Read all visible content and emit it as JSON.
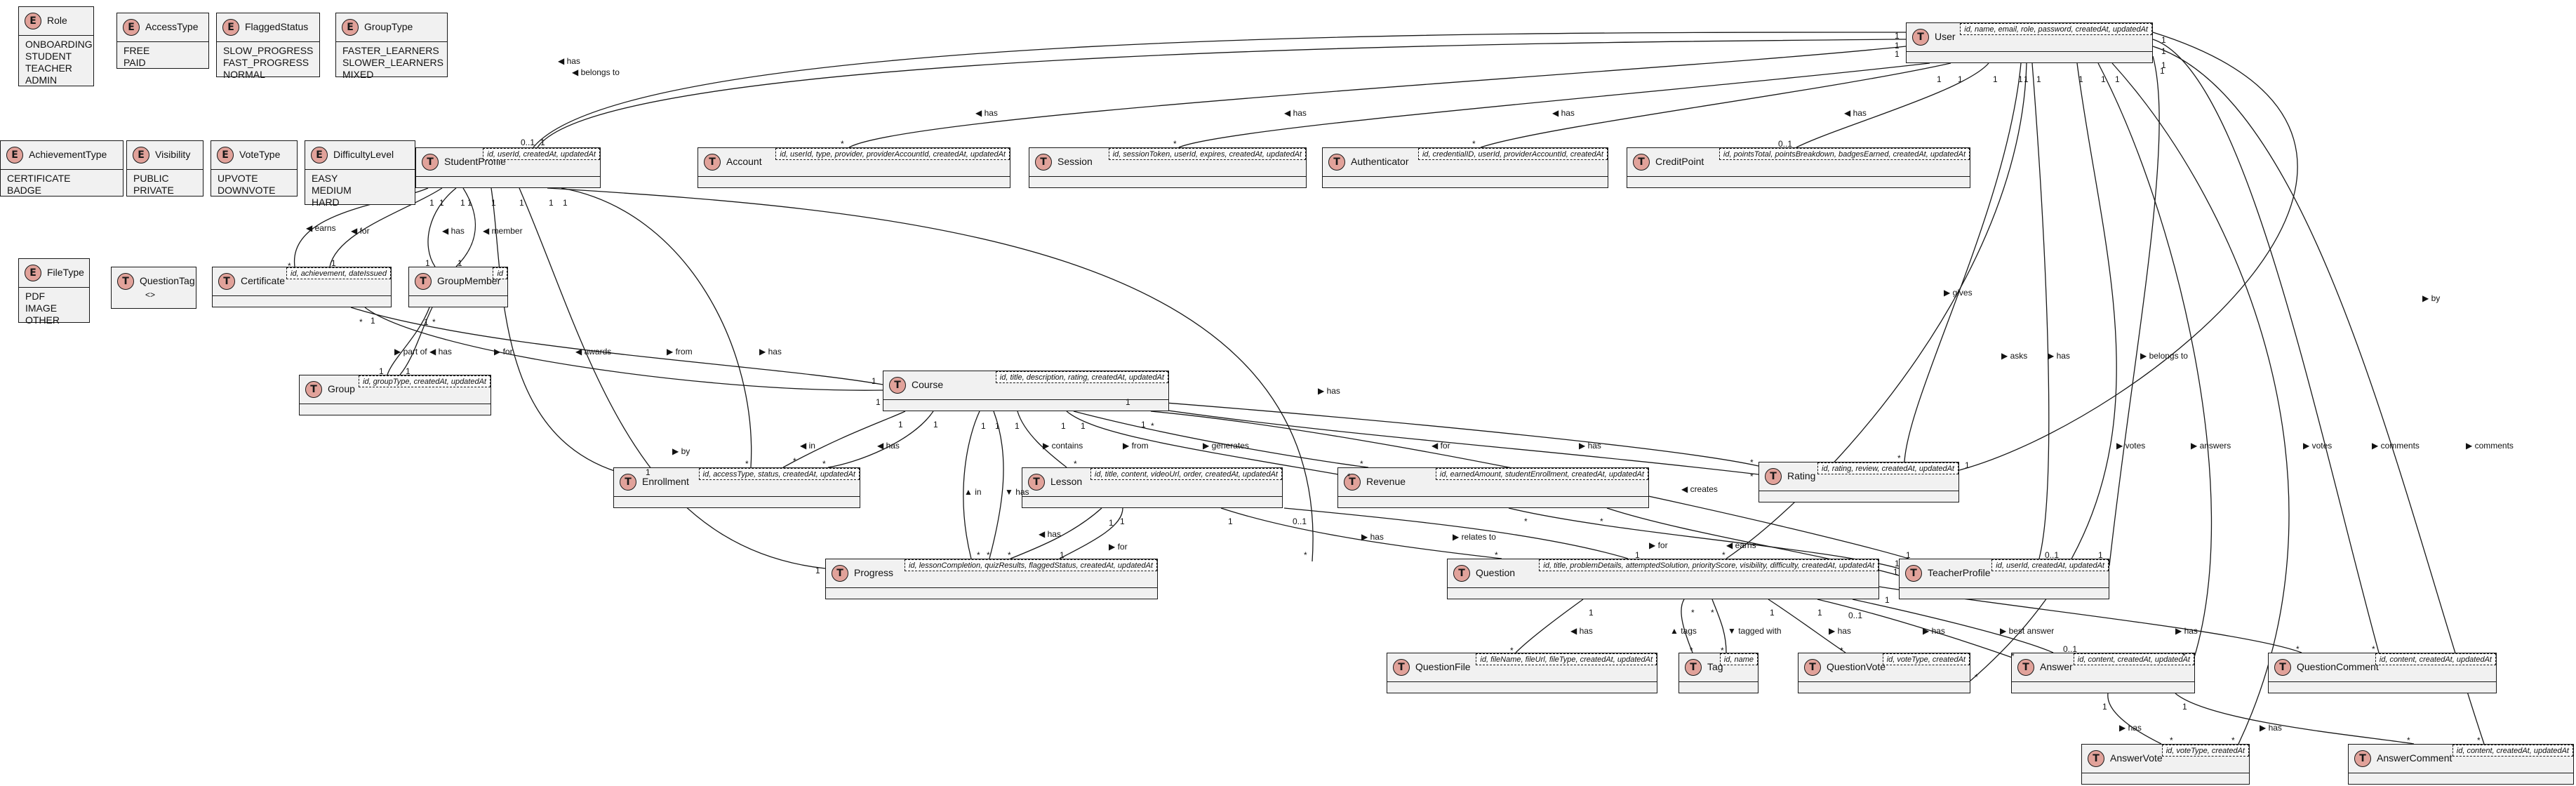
{
  "enums": [
    {
      "id": "role",
      "name": "Role",
      "values": [
        "ONBOARDING",
        "STUDENT",
        "TEACHER",
        "ADMIN"
      ]
    },
    {
      "id": "access-type",
      "name": "AccessType",
      "values": [
        "FREE",
        "PAID"
      ]
    },
    {
      "id": "flagged-status",
      "name": "FlaggedStatus",
      "values": [
        "SLOW_PROGRESS",
        "FAST_PROGRESS",
        "NORMAL"
      ]
    },
    {
      "id": "group-type",
      "name": "GroupType",
      "values": [
        "FASTER_LEARNERS",
        "SLOWER_LEARNERS",
        "MIXED"
      ]
    },
    {
      "id": "achievement-type",
      "name": "AchievementType",
      "values": [
        "CERTIFICATE",
        "BADGE"
      ]
    },
    {
      "id": "visibility",
      "name": "Visibility",
      "values": [
        "PUBLIC",
        "PRIVATE"
      ]
    },
    {
      "id": "vote-type",
      "name": "VoteType",
      "values": [
        "UPVOTE",
        "DOWNVOTE"
      ]
    },
    {
      "id": "difficulty-level",
      "name": "DifficultyLevel",
      "values": [
        "EASY",
        "MEDIUM",
        "HARD"
      ]
    },
    {
      "id": "file-type",
      "name": "FileType",
      "values": [
        "PDF",
        "IMAGE",
        "OTHER"
      ]
    }
  ],
  "question_tag": {
    "name": "QuestionTag",
    "sub": "<>"
  },
  "tables": [
    {
      "id": "user",
      "name": "User",
      "attrs": "id, name, email, role, password, createdAt, updatedAt"
    },
    {
      "id": "student-profile",
      "name": "StudentProfile",
      "attrs": "id, userId, createdAt, updatedAt"
    },
    {
      "id": "account",
      "name": "Account",
      "attrs": "id, userId, type, provider, providerAccountId, createdAt, updatedAt"
    },
    {
      "id": "session",
      "name": "Session",
      "attrs": "id, sessionToken, userId, expires, createdAt, updatedAt"
    },
    {
      "id": "authenticator",
      "name": "Authenticator",
      "attrs": "id, credentialID, userId, providerAccountId, createdAt"
    },
    {
      "id": "credit-point",
      "name": "CreditPoint",
      "attrs": "id, pointsTotal, pointsBreakdown, badgesEarned, createdAt, updatedAt"
    },
    {
      "id": "certificate",
      "name": "Certificate",
      "attrs": "id, achievement, dateIssued"
    },
    {
      "id": "group-member",
      "name": "GroupMember",
      "attrs": "id"
    },
    {
      "id": "group",
      "name": "Group",
      "attrs": "id, groupType, createdAt, updatedAt"
    },
    {
      "id": "course",
      "name": "Course",
      "attrs": "id, title, description, rating, createdAt, updatedAt"
    },
    {
      "id": "enrollment",
      "name": "Enrollment",
      "attrs": "id, accessType, status, createdAt, updatedAt"
    },
    {
      "id": "lesson",
      "name": "Lesson",
      "attrs": "id, title, content, videoUrl, order, createdAt, updatedAt"
    },
    {
      "id": "revenue",
      "name": "Revenue",
      "attrs": "id, earnedAmount, studentEnrollment, createdAt, updatedAt"
    },
    {
      "id": "rating",
      "name": "Rating",
      "attrs": "id, rating, review, createdAt, updatedAt"
    },
    {
      "id": "progress",
      "name": "Progress",
      "attrs": "id, lessonCompletion, quizResults, flaggedStatus, createdAt, updatedAt"
    },
    {
      "id": "question",
      "name": "Question",
      "attrs": "id, title, problemDetails, attemptedSolution, priorityScore, visibility, difficulty, createdAt, updatedAt"
    },
    {
      "id": "teacher-profile",
      "name": "TeacherProfile",
      "attrs": "id, userId, createdAt, updatedAt"
    },
    {
      "id": "question-file",
      "name": "QuestionFile",
      "attrs": "id, fileName, fileUrl, fileType, createdAt, updatedAt"
    },
    {
      "id": "tag",
      "name": "Tag",
      "attrs": "id, name"
    },
    {
      "id": "question-vote",
      "name": "QuestionVote",
      "attrs": "id, voteType, createdAt"
    },
    {
      "id": "answer",
      "name": "Answer",
      "attrs": "id, content, createdAt, updatedAt"
    },
    {
      "id": "question-comment",
      "name": "QuestionComment",
      "attrs": "id, content, createdAt, updatedAt"
    },
    {
      "id": "answer-vote",
      "name": "AnswerVote",
      "attrs": "id, voteType, createdAt"
    },
    {
      "id": "answer-comment",
      "name": "AnswerComment",
      "attrs": "id, content, createdAt, updatedAt"
    }
  ],
  "relations": [
    {
      "id": "user-studentprofile-has",
      "from": "user",
      "to": "student-profile",
      "label": "◀ has",
      "m1": "1",
      "m2": "0..1"
    },
    {
      "id": "studentprofile-user-belongs",
      "from": "student-profile",
      "to": "user",
      "label": "◀ belongs to",
      "m1": "1",
      "m2": "1"
    },
    {
      "id": "user-account",
      "from": "user",
      "to": "account",
      "label": "◀ has",
      "m1": "1",
      "m2": "*"
    },
    {
      "id": "user-session",
      "from": "user",
      "to": "session",
      "label": "◀ has",
      "m1": "1",
      "m2": "*"
    },
    {
      "id": "user-authenticator",
      "from": "user",
      "to": "authenticator",
      "label": "◀ has",
      "m1": "1",
      "m2": "*"
    },
    {
      "id": "user-creditpoint",
      "from": "user",
      "to": "credit-point",
      "label": "◀ has",
      "m1": "1",
      "m2": "0..1"
    },
    {
      "id": "user-rating",
      "from": "user",
      "to": "rating",
      "label": "▶ gives",
      "m1": "1",
      "m2": "*"
    },
    {
      "id": "user-question",
      "from": "user",
      "to": "question",
      "label": "▶ asks",
      "m1": "1",
      "m2": "*"
    },
    {
      "id": "user-teacherprofile",
      "from": "user",
      "to": "teacher-profile",
      "label": "▶ has",
      "m1": "1",
      "m2": "0..1"
    },
    {
      "id": "user-questionvote",
      "from": "user",
      "to": "question-vote",
      "label": "▶ votes",
      "m1": "1",
      "m2": "*"
    },
    {
      "id": "user-answer",
      "from": "user",
      "to": "answer",
      "label": "▶ answers",
      "m1": "1",
      "m2": "*"
    },
    {
      "id": "user-answervote",
      "from": "user",
      "to": "answer-vote",
      "label": "▶ votes",
      "m1": "1",
      "m2": "*"
    },
    {
      "id": "user-questioncomment",
      "from": "user",
      "to": "question-comment",
      "label": "▶ comments",
      "m1": "1",
      "m2": "*"
    },
    {
      "id": "user-answercomment",
      "from": "user",
      "to": "answer-comment",
      "label": "▶ comments",
      "m1": "1",
      "m2": "*"
    },
    {
      "id": "rating-user-by",
      "from": "rating",
      "to": "user",
      "label": "▶ by",
      "m1": "1",
      "m2": "1"
    },
    {
      "id": "teacherprofile-user-belongs",
      "from": "teacher-profile",
      "to": "user",
      "label": "▶ belongs to",
      "m1": "1",
      "m2": "1"
    },
    {
      "id": "studentprofile-certificate",
      "from": "student-profile",
      "to": "certificate",
      "label": "◀ earns",
      "m1": "1",
      "m2": "*"
    },
    {
      "id": "certificate-studentprofile-for",
      "from": "certificate",
      "to": "student-profile",
      "label": "◀ for",
      "m1": "1",
      "m2": "1"
    },
    {
      "id": "studentprofile-groupmember-has",
      "from": "student-profile",
      "to": "group-member",
      "label": "◀ has",
      "m1": "1",
      "m2": "1"
    },
    {
      "id": "groupmember-studentprofile-member",
      "from": "group-member",
      "to": "student-profile",
      "label": "◀ member",
      "m1": "1",
      "m2": "1"
    },
    {
      "id": "groupmember-group-partof",
      "from": "group-member",
      "to": "group",
      "label": "▶ part of",
      "m1": "1",
      "m2": "1"
    },
    {
      "id": "group-groupmember-has",
      "from": "group",
      "to": "group-member",
      "label": "◀ has",
      "m1": "1",
      "m2": "*"
    },
    {
      "id": "certificate-course-from",
      "from": "certificate",
      "to": "course",
      "label": "▶ from",
      "m1": "*",
      "m2": "1"
    },
    {
      "id": "course-certificate-awards",
      "from": "course",
      "to": "certificate",
      "label": "◀ awards",
      "m1": "1",
      "m2": "1"
    },
    {
      "id": "studentprofile-enrollment-has",
      "from": "student-profile",
      "to": "enrollment",
      "label": "▶ has",
      "m1": "1",
      "m2": "*"
    },
    {
      "id": "enrollment-studentprofile-for",
      "from": "enrollment",
      "to": "student-profile",
      "label": "▶ for",
      "m1": "1",
      "m2": "1"
    },
    {
      "id": "studentprofile-progress-has",
      "from": "student-profile",
      "to": "progress",
      "label": "▶ has",
      "m1": "1",
      "m2": "*"
    },
    {
      "id": "progress-studentprofile-by",
      "from": "progress",
      "to": "student-profile",
      "label": "▶ by",
      "m1": "1",
      "m2": "1"
    },
    {
      "id": "enrollment-course-in",
      "from": "enrollment",
      "to": "course",
      "label": "◀ in",
      "m1": "*",
      "m2": "1"
    },
    {
      "id": "course-enrollment-has",
      "from": "course",
      "to": "enrollment",
      "label": "◀ has",
      "m1": "1",
      "m2": "*"
    },
    {
      "id": "course-lesson-contains",
      "from": "course",
      "to": "lesson",
      "label": "▶ contains",
      "m1": "1",
      "m2": "*"
    },
    {
      "id": "course-revenue-generates",
      "from": "course",
      "to": "revenue",
      "label": "▶ generates",
      "m1": "1",
      "m2": "*"
    },
    {
      "id": "revenue-course-from",
      "from": "revenue",
      "to": "course",
      "label": "▶ from",
      "m1": "*",
      "m2": "1"
    },
    {
      "id": "course-rating-has",
      "from": "course",
      "to": "rating",
      "label": "▶ has",
      "m1": "1",
      "m2": "*"
    },
    {
      "id": "rating-course-for",
      "from": "rating",
      "to": "course",
      "label": "◀ for",
      "m1": "*",
      "m2": "1"
    },
    {
      "id": "course-teacherprofile-creates",
      "from": "teacher-profile",
      "to": "course",
      "label": "◀ creates",
      "m1": "1",
      "m2": "*"
    },
    {
      "id": "progress-course-in",
      "from": "progress",
      "to": "course",
      "label": "▲ in",
      "m1": "*",
      "m2": "1"
    },
    {
      "id": "course-progress-has",
      "from": "course",
      "to": "progress",
      "label": "▼ has",
      "m1": "1",
      "m2": "*"
    },
    {
      "id": "lesson-progress-has",
      "from": "lesson",
      "to": "progress",
      "label": "◀ has",
      "m1": "1",
      "m2": "*"
    },
    {
      "id": "progress-lesson-for",
      "from": "progress",
      "to": "lesson",
      "label": "▶ for",
      "m1": "1",
      "m2": "1"
    },
    {
      "id": "lesson-question-has",
      "from": "lesson",
      "to": "question",
      "label": "▶ has",
      "m1": "1",
      "m2": "*"
    },
    {
      "id": "question-lesson-relates",
      "from": "question",
      "to": "lesson",
      "label": "▶ relates to",
      "m1": "1",
      "m2": "0..1"
    },
    {
      "id": "revenue-teacherprofile-for",
      "from": "revenue",
      "to": "teacher-profile",
      "label": "▶ for",
      "m1": "*",
      "m2": "1"
    },
    {
      "id": "teacherprofile-revenue-earns",
      "from": "teacher-profile",
      "to": "revenue",
      "label": "◀ earns",
      "m1": "1",
      "m2": "*"
    },
    {
      "id": "question-questionfile-has",
      "from": "question",
      "to": "question-file",
      "label": "◀ has",
      "m1": "1",
      "m2": "*"
    },
    {
      "id": "tag-question-tags",
      "from": "tag",
      "to": "question",
      "label": "▲ tags",
      "m1": "*",
      "m2": "*"
    },
    {
      "id": "question-tag-taggedwith",
      "from": "question",
      "to": "tag",
      "label": "▼ tagged with",
      "m1": "*",
      "m2": "*"
    },
    {
      "id": "question-questionvote-has",
      "from": "question",
      "to": "question-vote",
      "label": "▶ has",
      "m1": "1",
      "m2": "*"
    },
    {
      "id": "question-answer-has",
      "from": "question",
      "to": "answer",
      "label": "▶ has",
      "m1": "1",
      "m2": "*"
    },
    {
      "id": "question-answer-best",
      "from": "question",
      "to": "answer",
      "label": "▶ best answer",
      "m1": "0..1",
      "m2": "0..1"
    },
    {
      "id": "question-questioncomment-has",
      "from": "question",
      "to": "question-comment",
      "label": "▶ has",
      "m1": "1",
      "m2": "*"
    },
    {
      "id": "answer-answervote-has",
      "from": "answer",
      "to": "answer-vote",
      "label": "▶ has",
      "m1": "1",
      "m2": "*"
    },
    {
      "id": "answer-answercomment-has",
      "from": "answer",
      "to": "answer-comment",
      "label": "▶ has",
      "m1": "1",
      "m2": "*"
    }
  ]
}
